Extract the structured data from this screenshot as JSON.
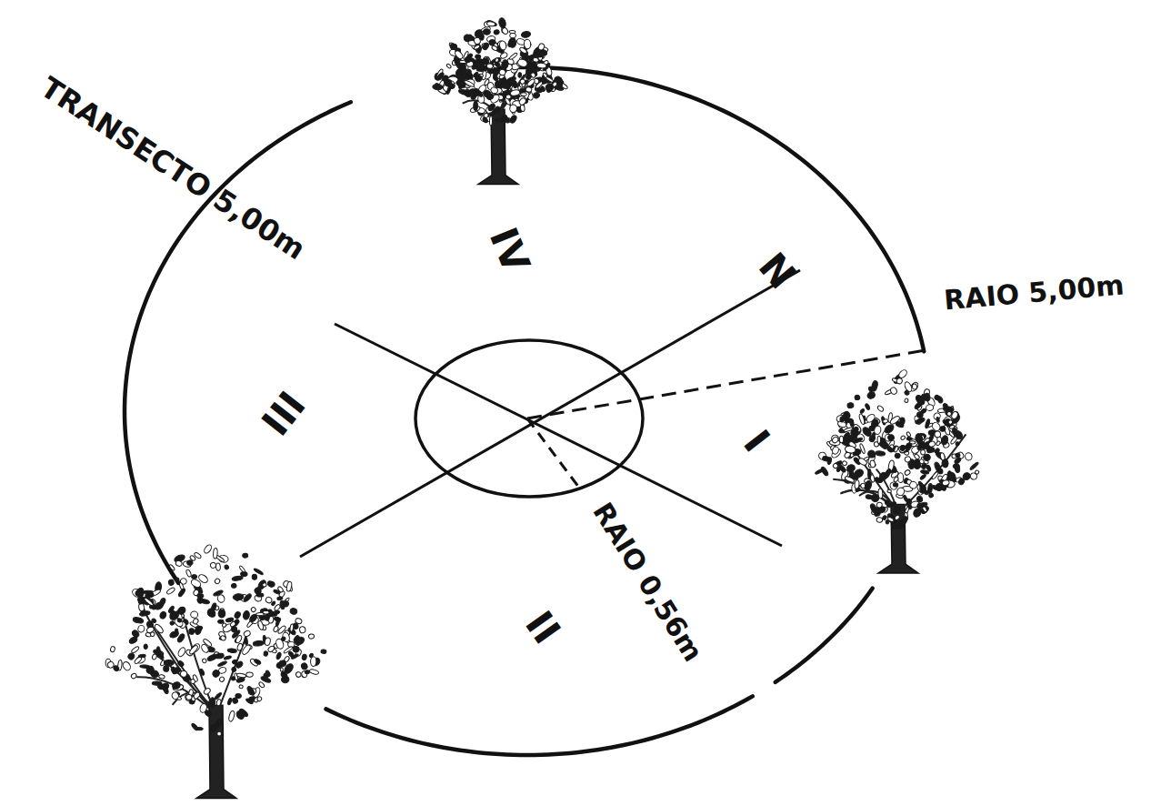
{
  "diagram": {
    "labels": [
      "TRANSECTO 5,00m",
      "IV",
      "N",
      "RAIO 5,00m",
      "III",
      "I",
      "RAIO 0,56m",
      "II"
    ]
  }
}
